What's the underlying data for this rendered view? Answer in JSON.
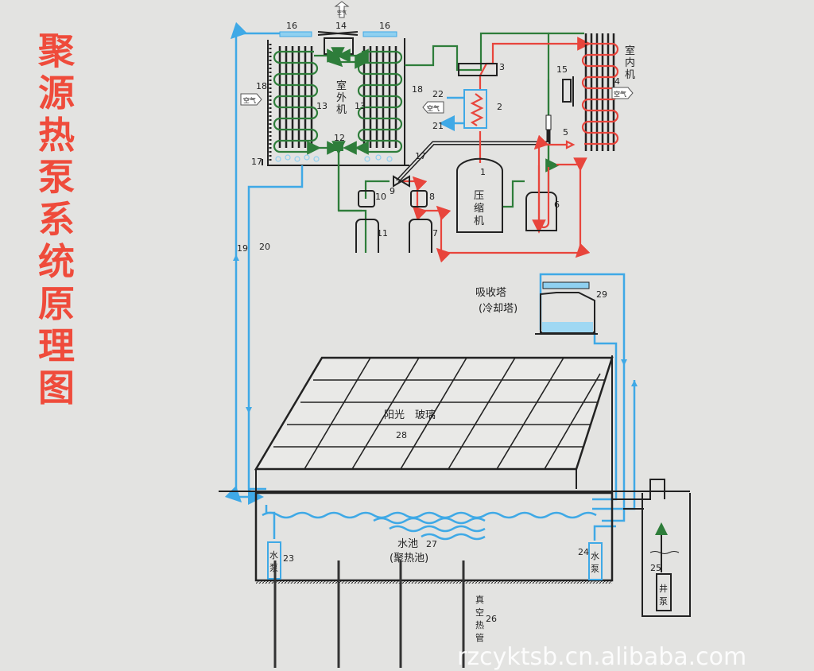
{
  "title_chars": [
    "聚",
    "源",
    "热",
    "泵",
    "系",
    "统",
    "原",
    "理",
    "图"
  ],
  "labels": {
    "outdoor_unit": [
      "室",
      "外",
      "机"
    ],
    "indoor_unit": [
      "室",
      "内",
      "机"
    ],
    "compressor": [
      "压",
      "缩",
      "机"
    ],
    "air": "空气",
    "absorption_tower": "吸收塔",
    "cooling_tower": "(冷却塔)",
    "sun_glass": "阳光　玻璃",
    "pool": "水池",
    "heat_pool": "(聚热池)",
    "water_pump": [
      "水",
      "泵"
    ],
    "well_pump": [
      "井",
      "泵"
    ],
    "vacuum_heat_pipe": [
      "真",
      "空",
      "热",
      "管"
    ]
  },
  "numbers": {
    "n1": "1",
    "n2": "2",
    "n3": "3",
    "n4": "4",
    "n5": "5",
    "n6": "6",
    "n7": "7",
    "n8": "8",
    "n9": "9",
    "n10": "10",
    "n11": "11",
    "n12": "12",
    "n13": "13",
    "n14": "14",
    "n15": "15",
    "n16": "16",
    "n17": "17",
    "n18": "18",
    "n19": "19",
    "n20": "20",
    "n21": "21",
    "n22": "22",
    "n23": "23",
    "n24": "24",
    "n25": "25",
    "n26": "26",
    "n27": "27",
    "n28": "28",
    "n29": "29"
  },
  "watermark": "rzcyktsb.cn.alibaba.com",
  "colors": {
    "refrigerant_cold": "#2e7d3a",
    "refrigerant_hot": "#e8453c",
    "water": "#3fa9e6",
    "title": "#ef4b3b"
  }
}
